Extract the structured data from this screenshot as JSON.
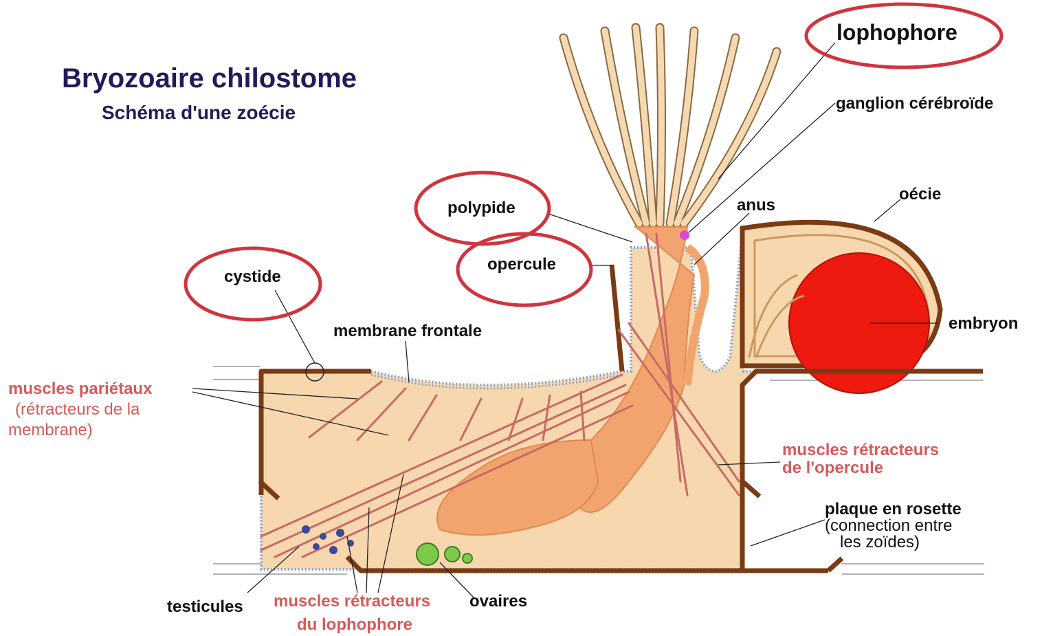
{
  "diagram": {
    "title": "Bryozoaire chilostome",
    "subtitle": "Schéma d'une zoécie",
    "labels": {
      "lophophore": "lophophore",
      "ganglion": "ganglion cérébroïde",
      "anus": "anus",
      "oecie": "oécie",
      "polypide": "polypide",
      "opercule": "opercule",
      "cystide": "cystide",
      "embryon": "embryon",
      "membrane_frontale": "membrane frontale",
      "muscles_parietaux": "muscles pariétaux",
      "muscles_parietaux_sub1": "(rétracteurs de la",
      "muscles_parietaux_sub2": "membrane)",
      "muscles_retracteurs_opercule_1": "muscles rétracteurs",
      "muscles_retracteurs_opercule_2": "de l'opercule",
      "plaque_rosette": "plaque en rosette",
      "plaque_rosette_sub1": "(connection entre",
      "plaque_rosette_sub2": "les zoïdes)",
      "testicules": "testicules",
      "muscles_retracteurs_lophophore_1": "muscles rétracteurs",
      "muscles_retracteurs_lophophore_2": "du lophophore",
      "ovaires": "ovaires"
    },
    "highlighted": [
      "lophophore",
      "polypide",
      "opercule",
      "cystide"
    ],
    "colors": {
      "title": "#231a5a",
      "red_label": "#d65a5a",
      "highlight_circle": "#d0343e",
      "body_fill": "#f7d7ae",
      "wall": "#7a3a14",
      "polypide_fill": "#f2a46e",
      "embryo": "#ee1a10",
      "muscle": "#c86a66",
      "tissue_edge": "#8aa4c8"
    }
  }
}
